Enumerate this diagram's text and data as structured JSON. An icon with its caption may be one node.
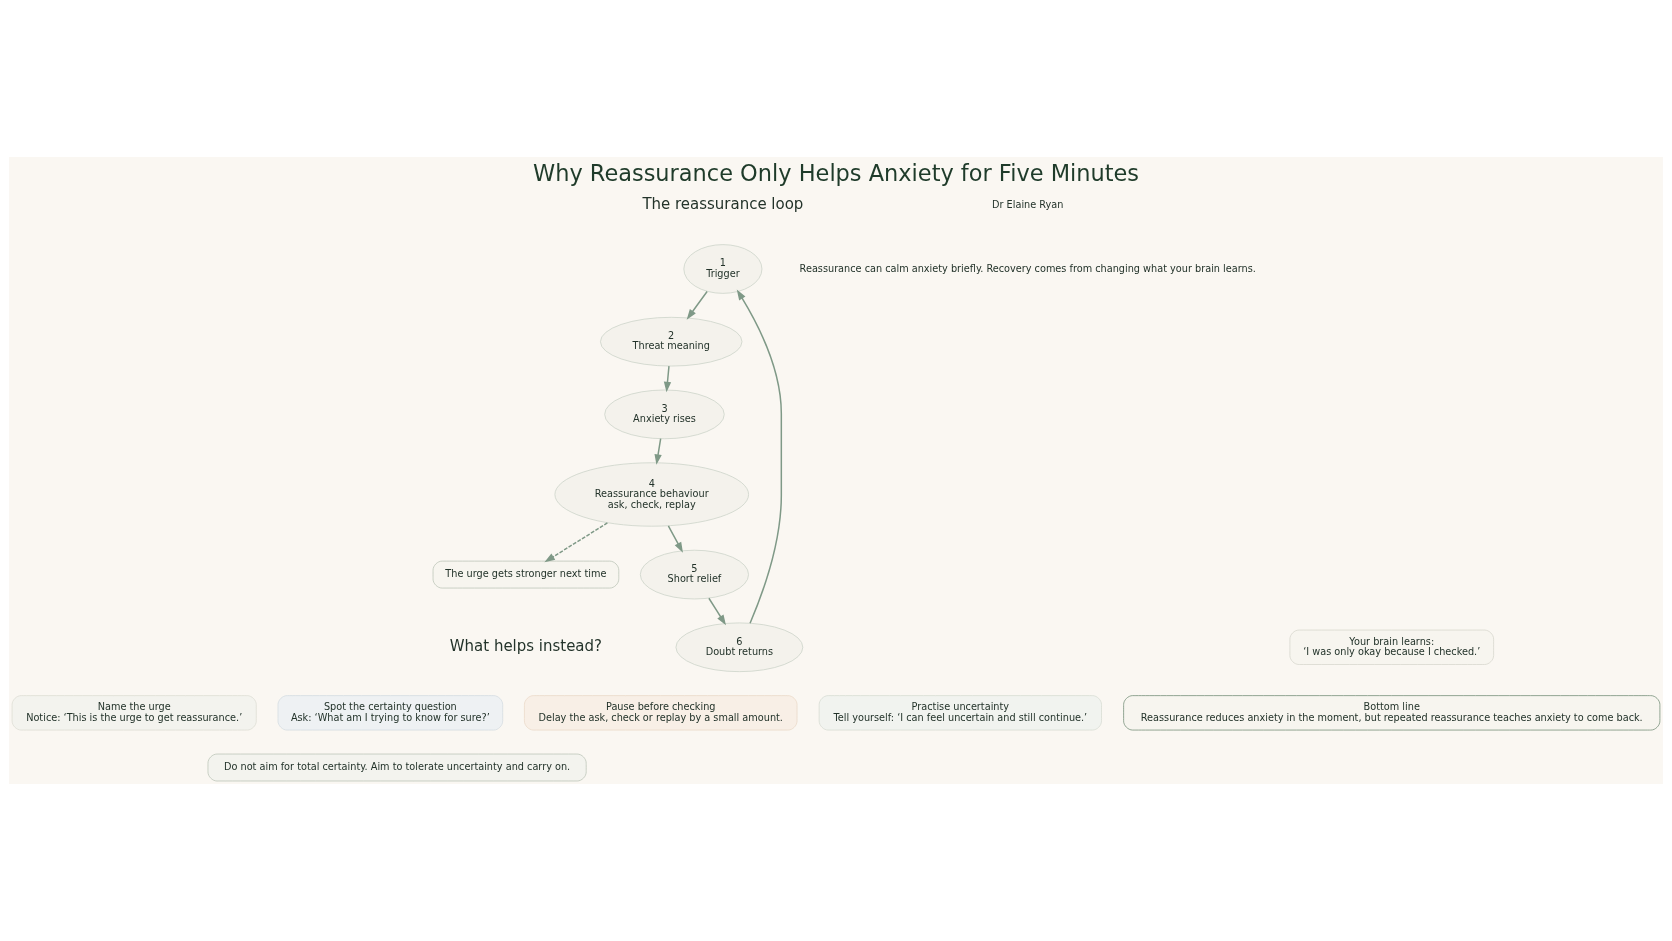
{
  "diagram": {
    "title": "Why Reassurance Only Helps Anxiety for Five Minutes",
    "nodes": [
      {
        "text": [
          "1",
          "Trigger"
        ]
      },
      {
        "text": [
          "2",
          "Threat meaning"
        ]
      },
      {
        "text": [
          "3",
          "Anxiety rises"
        ]
      },
      {
        "text": [
          "4",
          "Reassurance behaviour",
          "ask, check, replay"
        ]
      },
      {
        "text": [
          "5",
          "Short relief"
        ]
      },
      {
        "text": [
          "6",
          "Doubt returns"
        ]
      },
      {
        "text": [
          "The urge gets stronger next time"
        ]
      },
      {
        "text": [
          "Your brain learns:",
          "‘I was only okay because I checked.’"
        ]
      },
      {
        "text": [
          "Name the urge",
          "Notice: ‘This is the urge to get reassurance.’"
        ]
      },
      {
        "text": [
          "Spot the certainty question",
          "Ask: ‘What am I trying to know for sure?’"
        ]
      },
      {
        "text": [
          "Pause before checking",
          "Delay the ask, check or replay by a small amount."
        ]
      },
      {
        "text": [
          "Practise uncertainty",
          "Tell yourself: ‘I can feel uncertain and still continue.’"
        ]
      },
      {
        "text": [
          "Bottom line",
          "Reassurance reduces anxiety in the moment, but repeated reassurance teaches anxiety to come back."
        ]
      },
      {
        "text": [
          "Do not aim for total certainty. Aim to tolerate uncertainty and carry on."
        ]
      }
    ],
    "edges": [
      {
        "from": 0,
        "to": 1,
        "arrow": "to"
      },
      {
        "from": 1,
        "to": 2,
        "arrow": "to"
      },
      {
        "from": 2,
        "to": 3,
        "arrow": "to"
      },
      {
        "from": 3,
        "to": 4,
        "arrow": "to"
      },
      {
        "from": 4,
        "to": 5,
        "arrow": "to"
      },
      {
        "from": 5,
        "to": 0,
        "arrow": "to"
      },
      {
        "from": 3,
        "to": 6,
        "arrow": "to",
        "style": "dashed"
      }
    ],
    "labels": [
      "The reassurance loop",
      "Dr Elaine Ryan",
      "Reassurance can calm anxiety briefly. Recovery comes from changing what your brain learns.",
      "What helps instead?"
    ]
  }
}
